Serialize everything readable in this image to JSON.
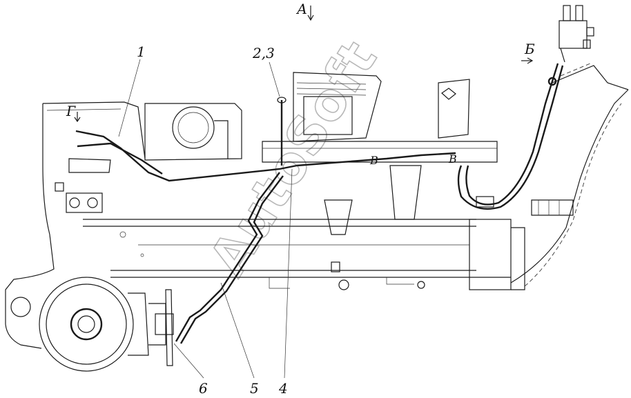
{
  "callouts": [
    "1",
    "2,3",
    "4",
    "5",
    "6"
  ],
  "views": {
    "a": "А",
    "b": "Б",
    "g": "Г",
    "v": "В"
  },
  "watermark": "AutoSoft"
}
